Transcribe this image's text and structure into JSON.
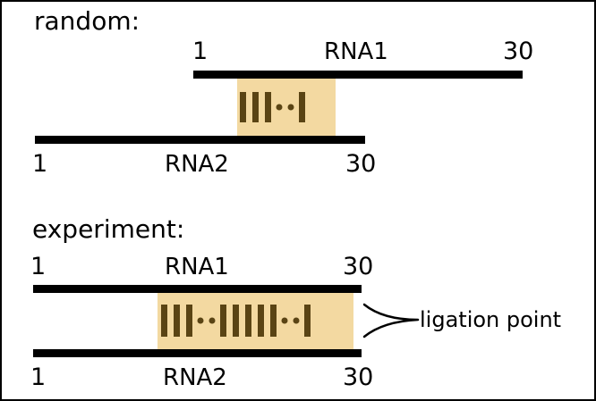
{
  "random": {
    "heading": "random:",
    "rna1": {
      "start": "1",
      "name": "RNA1",
      "end": "30"
    },
    "rna2": {
      "start": "1",
      "name": "RNA2",
      "end": "30"
    },
    "pairing_pattern": [
      "bar",
      "bar",
      "bar",
      "dot",
      "dot",
      "bar"
    ]
  },
  "experiment": {
    "heading": "experiment:",
    "rna1": {
      "start": "1",
      "name": "RNA1",
      "end": "30"
    },
    "rna2": {
      "start": "1",
      "name": "RNA2",
      "end": "30"
    },
    "pairing_pattern": [
      "bar",
      "bar",
      "bar",
      "dot",
      "dot",
      "bar",
      "bar",
      "bar",
      "bar",
      "bar",
      "dot",
      "dot",
      "bar"
    ],
    "annotation": "ligation point"
  },
  "colors": {
    "strand": "#000000",
    "pair_region": "#f3d9a1",
    "pair_mark": "#5a4414",
    "frame": "#000000"
  }
}
